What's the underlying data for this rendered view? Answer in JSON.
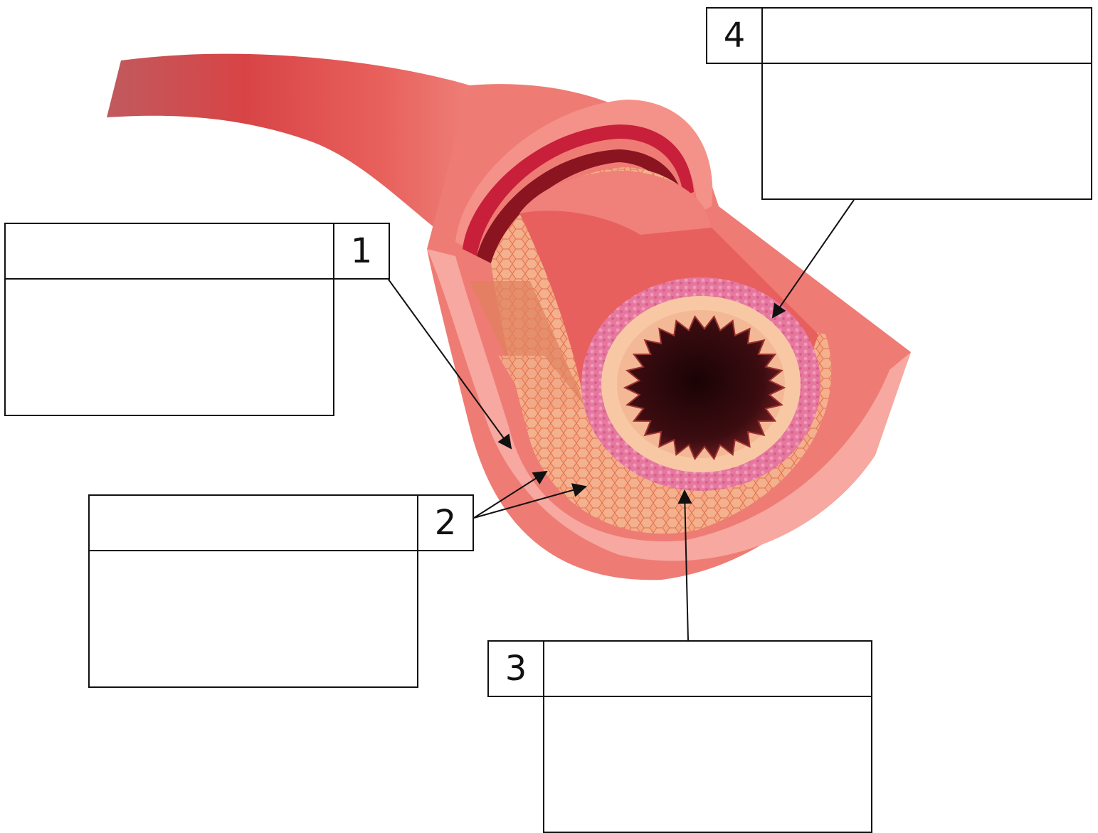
{
  "image": {
    "subject": "artery-cross-section-icon"
  },
  "labels": [
    {
      "number": "1",
      "title": "",
      "description": ""
    },
    {
      "number": "2",
      "title": "",
      "description": ""
    },
    {
      "number": "3",
      "title": "",
      "description": ""
    },
    {
      "number": "4",
      "title": "",
      "description": ""
    }
  ],
  "colors": {
    "vessel_outer": "#f08a80",
    "vessel_dark": "#d63a38",
    "media": "#f5a07a",
    "intima": "#e87aa0",
    "lumen_ring": "#f9c6a0",
    "lumen": "#3a0a0c"
  }
}
